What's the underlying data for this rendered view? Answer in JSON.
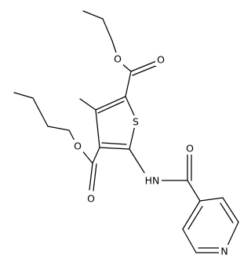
{
  "diagram": {
    "type": "skeletal-structure",
    "colors": {
      "background": "#ffffff",
      "bond": "#000000",
      "label": "#000000"
    },
    "atom_labels": {
      "ester1_carbonyl_o": "O",
      "ester1_ether_o": "O",
      "thiophene_s": "S",
      "ester2_ether_o": "O",
      "ester2_carbonyl_o": "O",
      "amide_o": "O",
      "amide_nh": "HN",
      "pyridine_n": "N"
    }
  }
}
